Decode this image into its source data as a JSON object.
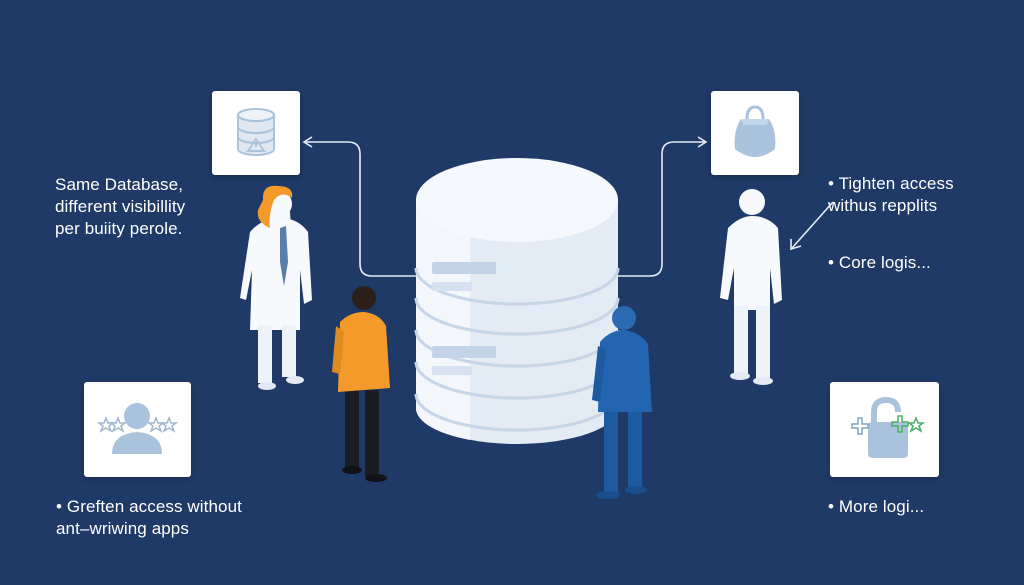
{
  "left_caption": "Same Database,\ndifferent visibillity\nper buiity perole.",
  "right_bullets": [
    "• Tighten access\n   withus repplits",
    "• Core logis..."
  ],
  "bottom_left_bullet": "• Greften access without\n   ant–wriwing apps",
  "bottom_right_bullet": "• More logi...",
  "icons": {
    "top_left": "database-warning-icon",
    "top_right": "bag-icon",
    "bottom_left": "user-stars-icon",
    "bottom_right": "unlocked-padlock-icon"
  },
  "colors": {
    "background": "#1f3a66",
    "card": "#ffffff",
    "icon": "#a9c3dd",
    "orange": "#f39a2b",
    "blue_person": "#1f5fa8",
    "star_green": "#4cae6a"
  }
}
